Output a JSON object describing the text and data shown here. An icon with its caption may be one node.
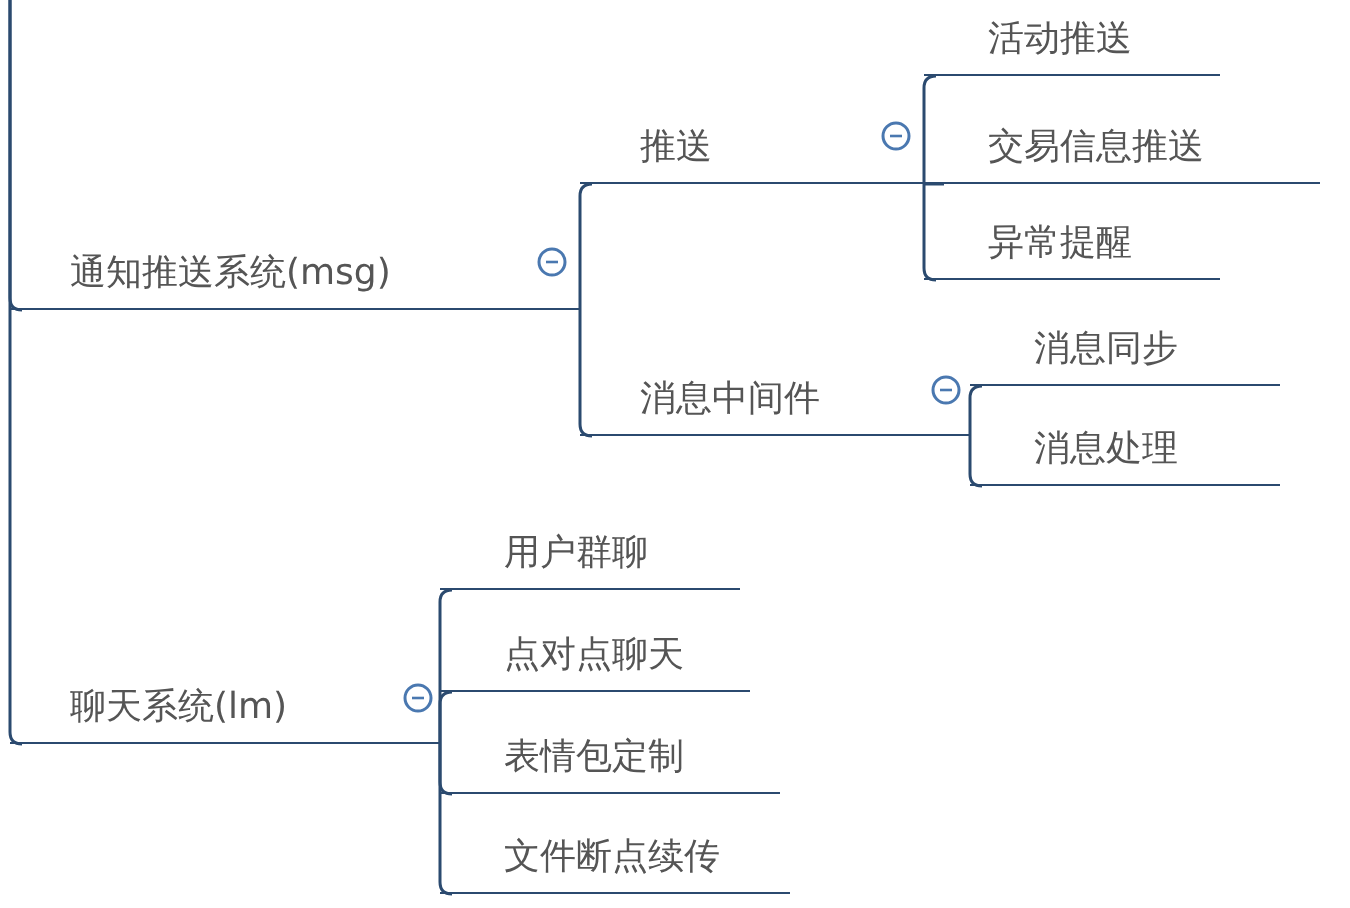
{
  "diagram": {
    "nodes": [
      {
        "text": [
          "通知推送系统(msg)"
        ]
      },
      {
        "text": [
          "推送"
        ]
      },
      {
        "text": [
          "活动推送"
        ]
      },
      {
        "text": [
          "交易信息推送"
        ]
      },
      {
        "text": [
          "异常提醒"
        ]
      },
      {
        "text": [
          "消息中间件"
        ]
      },
      {
        "text": [
          "消息同步"
        ]
      },
      {
        "text": [
          "消息处理"
        ]
      },
      {
        "text": [
          "聊天系统(lm)"
        ]
      },
      {
        "text": [
          "用户群聊"
        ]
      },
      {
        "text": [
          "点对点聊天"
        ]
      },
      {
        "text": [
          "表情包定制"
        ]
      },
      {
        "text": [
          "文件断点续传"
        ]
      }
    ],
    "edges": [
      {
        "from": null,
        "to": 0,
        "arrow": "none"
      },
      {
        "from": 0,
        "to": 1,
        "arrow": "none"
      },
      {
        "from": 1,
        "to": 2,
        "arrow": "none"
      },
      {
        "from": 1,
        "to": 3,
        "arrow": "none"
      },
      {
        "from": 1,
        "to": 4,
        "arrow": "none"
      },
      {
        "from": 0,
        "to": 5,
        "arrow": "none"
      },
      {
        "from": 5,
        "to": 6,
        "arrow": "none"
      },
      {
        "from": 5,
        "to": 7,
        "arrow": "none"
      },
      {
        "from": null,
        "to": 8,
        "arrow": "none"
      },
      {
        "from": 8,
        "to": 9,
        "arrow": "none"
      },
      {
        "from": 8,
        "to": 10,
        "arrow": "none"
      },
      {
        "from": 8,
        "to": 11,
        "arrow": "none"
      },
      {
        "from": 8,
        "to": 12,
        "arrow": "none"
      }
    ]
  }
}
